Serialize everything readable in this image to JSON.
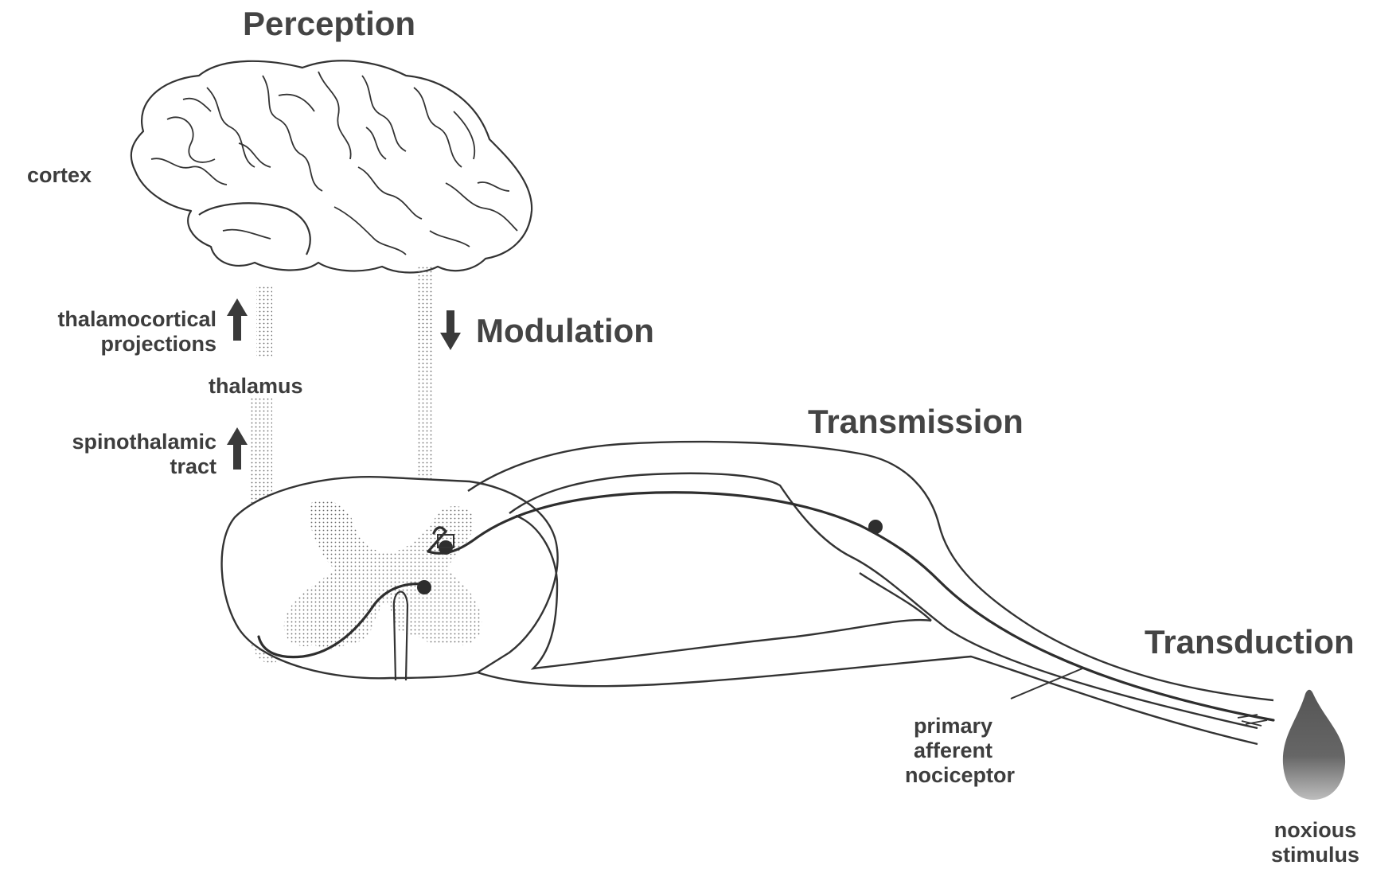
{
  "stages": {
    "perception": "Perception",
    "modulation": "Modulation",
    "transmission": "Transmission",
    "transduction": "Transduction"
  },
  "labels": {
    "cortex": "cortex",
    "thalamocortical": "thalamocortical",
    "projections": "projections",
    "thalamus": "thalamus",
    "spinothalamic": "spinothalamic",
    "tract": "tract",
    "primary": "primary",
    "afferent": "afferent",
    "nociceptor": "nociceptor",
    "noxious": "noxious",
    "stimulus": "stimulus"
  },
  "colors": {
    "ink": "#333333",
    "stipple": "#777777",
    "paper": "#ffffff"
  }
}
